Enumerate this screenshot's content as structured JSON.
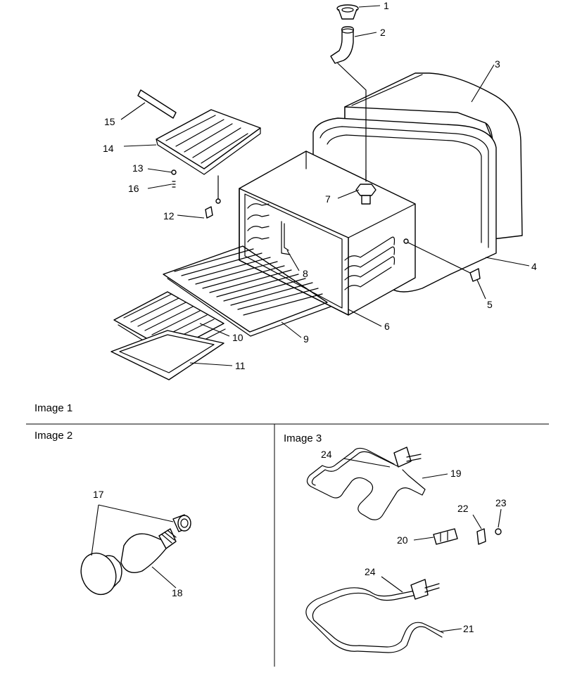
{
  "panels": {
    "image1": "Image 1",
    "image2": "Image 2",
    "image3": "Image 3"
  },
  "callouts": {
    "c1": "1",
    "c2": "2",
    "c3": "3",
    "c4": "4",
    "c5": "5",
    "c6": "6",
    "c7": "7",
    "c8": "8",
    "c9": "9",
    "c10": "10",
    "c11": "11",
    "c12": "12",
    "c13": "13",
    "c14": "14",
    "c15": "15",
    "c16": "16",
    "c17": "17",
    "c18": "18",
    "c19": "19",
    "c20": "20",
    "c21": "21",
    "c22": "22",
    "c23": "23",
    "c24a": "24",
    "c24b": "24"
  }
}
